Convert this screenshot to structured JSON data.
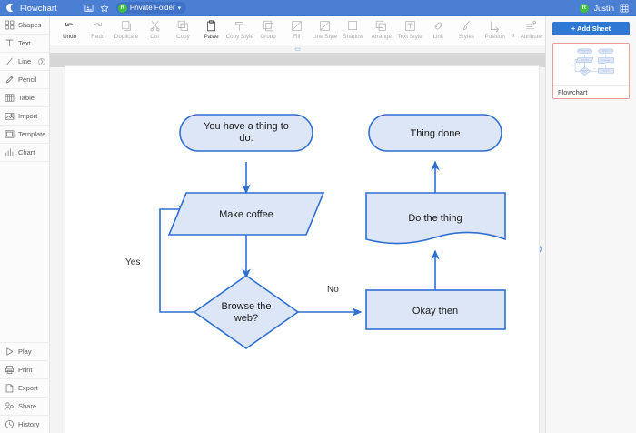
{
  "titlebar": {
    "app_name": "Flowchart",
    "logo_icon": "moon-logo-icon",
    "present_icon": "present-icon",
    "star_icon": "star-icon",
    "folder_label": "Private Folder",
    "folder_avatar_letter": "R",
    "folder_caret": "chevron-down-icon",
    "user_name": "Justin",
    "user_avatar_letter": "R",
    "grid_icon": "grid-icon",
    "bg_color": "#4a7fd4"
  },
  "sidebar": {
    "items": [
      {
        "label": "Shapes",
        "icon": "shapes-icon",
        "expandable": false
      },
      {
        "label": "Text",
        "icon": "text-icon",
        "expandable": false
      },
      {
        "label": "Line",
        "icon": "line-icon",
        "expandable": true
      },
      {
        "label": "Pencil",
        "icon": "pencil-icon",
        "expandable": false
      },
      {
        "label": "Table",
        "icon": "table-icon",
        "expandable": false
      },
      {
        "label": "Import",
        "icon": "import-icon",
        "expandable": false
      },
      {
        "label": "Template",
        "icon": "template-icon",
        "expandable": false
      },
      {
        "label": "Chart",
        "icon": "chart-icon",
        "expandable": false
      }
    ],
    "bottom_items": [
      {
        "label": "Play",
        "icon": "play-icon"
      },
      {
        "label": "Print",
        "icon": "print-icon"
      },
      {
        "label": "Export",
        "icon": "export-icon"
      },
      {
        "label": "Share",
        "icon": "share-icon"
      },
      {
        "label": "History",
        "icon": "history-icon"
      }
    ]
  },
  "toolbar": {
    "items": [
      {
        "label": "Undo",
        "icon": "undo-icon",
        "enabled": true
      },
      {
        "label": "Redo",
        "icon": "redo-icon",
        "enabled": false
      },
      {
        "label": "Duplicate",
        "icon": "duplicate-icon",
        "enabled": false
      },
      {
        "label": "Cut",
        "icon": "cut-icon",
        "enabled": false
      },
      {
        "label": "Copy",
        "icon": "copy-icon",
        "enabled": false
      },
      {
        "label": "Paste",
        "icon": "paste-icon",
        "enabled": true
      },
      {
        "label": "Copy Style",
        "icon": "copy-style-icon",
        "enabled": false
      },
      {
        "label": "Group",
        "icon": "group-icon",
        "enabled": false
      },
      {
        "label": "Fill",
        "icon": "fill-icon",
        "enabled": false
      },
      {
        "label": "Line Style",
        "icon": "line-style-icon",
        "enabled": false
      },
      {
        "label": "Shadow",
        "icon": "shadow-icon",
        "enabled": false
      },
      {
        "label": "Arrange",
        "icon": "arrange-icon",
        "enabled": false
      },
      {
        "label": "Text Style",
        "icon": "text-style-icon",
        "enabled": false
      },
      {
        "label": "Link",
        "icon": "link-icon",
        "enabled": false
      },
      {
        "label": "Styles",
        "icon": "styles-icon",
        "enabled": false
      },
      {
        "label": "Position",
        "icon": "position-icon",
        "enabled": false
      }
    ],
    "overflow_icon": "double-chevron-left-icon",
    "attribute": {
      "label": "Attribute",
      "icon": "attribute-icon"
    }
  },
  "canvas": {
    "collapse_icon": "collapse-chevron-icon",
    "right_expand_icon": "chevron-right-icon"
  },
  "right_panel": {
    "add_sheet_label": "+ Add Sheet",
    "sheets": [
      {
        "name": "Flowchart",
        "selected": true
      }
    ],
    "selected_outline_color": "#f09a9a",
    "add_sheet_color": "#2f78d4"
  },
  "flowchart": {
    "shape_fill": "#dce6f7",
    "shape_stroke": "#2f6fd0",
    "connector_color": "#2f6fd0",
    "nodes": [
      {
        "id": "start",
        "label": "You have a thing to do.",
        "shape": "rounded-terminator"
      },
      {
        "id": "done",
        "label": "Thing done",
        "shape": "rounded-terminator"
      },
      {
        "id": "coffee",
        "label": "Make coffee",
        "shape": "parallelogram"
      },
      {
        "id": "dothing",
        "label": "Do the thing",
        "shape": "document"
      },
      {
        "id": "browse",
        "label": "Browse the web?",
        "shape": "diamond"
      },
      {
        "id": "okay",
        "label": "Okay then",
        "shape": "rectangle"
      }
    ],
    "edge_labels": [
      {
        "id": "yes",
        "label": "Yes"
      },
      {
        "id": "no",
        "label": "No"
      }
    ]
  }
}
